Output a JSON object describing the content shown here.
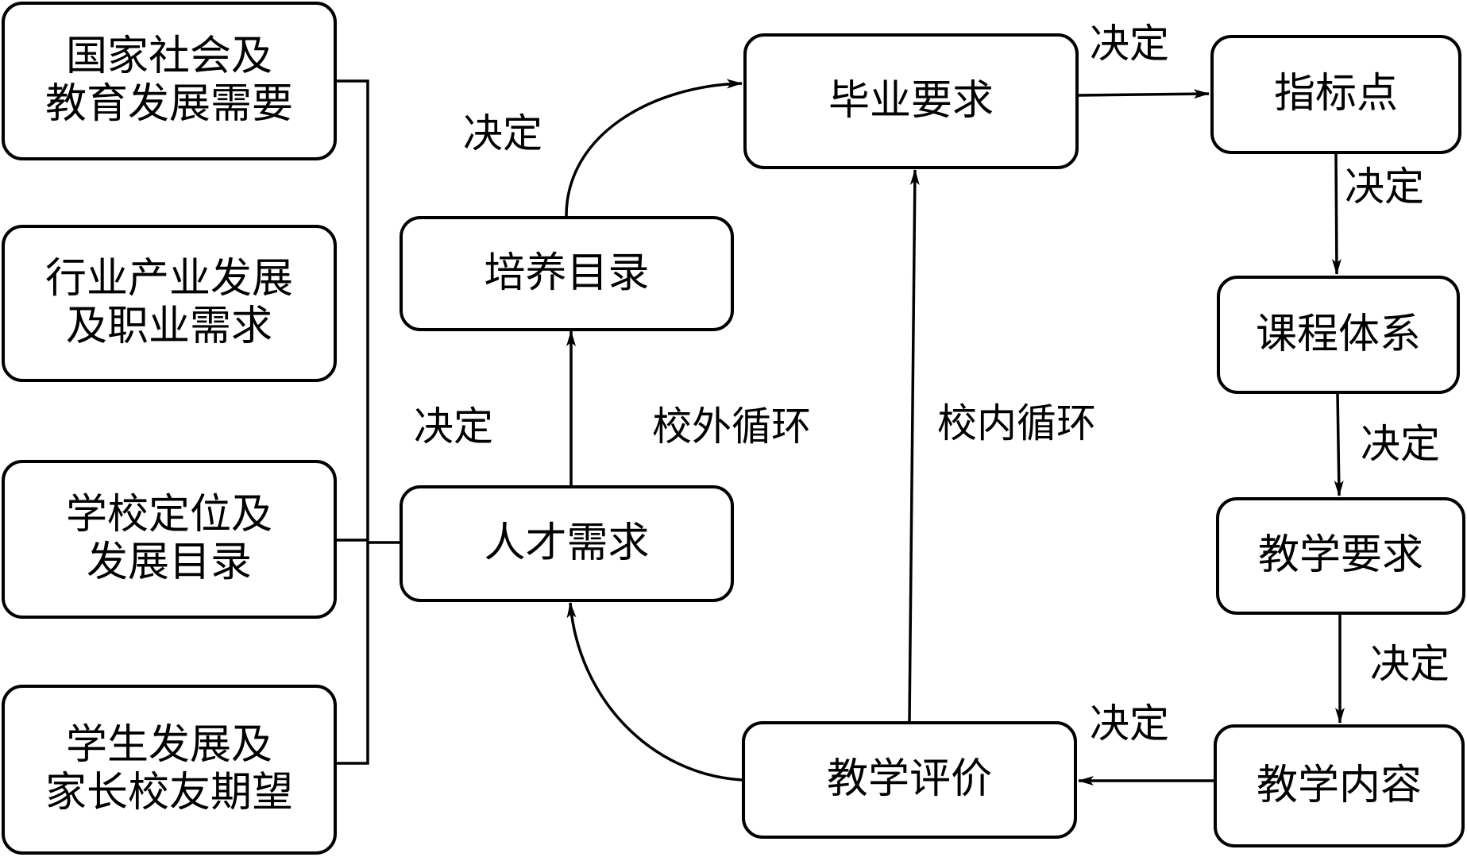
{
  "diagram": {
    "sources": [
      {
        "id": "src1",
        "lines": [
          "国家社会及",
          "教育发展需要"
        ]
      },
      {
        "id": "src2",
        "lines": [
          "行业产业发展",
          "及职业需求"
        ]
      },
      {
        "id": "src3",
        "lines": [
          "学校定位及",
          "发展目录"
        ]
      },
      {
        "id": "src4",
        "lines": [
          "学生发展及",
          "家长校友期望"
        ]
      }
    ],
    "nodes": {
      "talent_demand": "人才需求",
      "training_goals": "培养目录",
      "graduation_requirements": "毕业要求",
      "indicator_points": "指标点",
      "curriculum_system": "课程体系",
      "teaching_requirements": "教学要求",
      "teaching_content": "教学内容",
      "teaching_evaluation": "教学评价"
    },
    "edge_labels": {
      "decides": "决定",
      "external_loop": "校外循环",
      "internal_loop": "校内循环"
    },
    "edges": [
      {
        "from": "sources",
        "to": "talent_demand",
        "label": ""
      },
      {
        "from": "talent_demand",
        "to": "training_goals",
        "label": "决定"
      },
      {
        "from": "training_goals",
        "to": "graduation_requirements",
        "label": "决定"
      },
      {
        "from": "graduation_requirements",
        "to": "indicator_points",
        "label": "决定"
      },
      {
        "from": "indicator_points",
        "to": "curriculum_system",
        "label": "决定"
      },
      {
        "from": "curriculum_system",
        "to": "teaching_requirements",
        "label": "决定"
      },
      {
        "from": "teaching_requirements",
        "to": "teaching_content",
        "label": "决定"
      },
      {
        "from": "teaching_content",
        "to": "teaching_evaluation",
        "label": "决定"
      },
      {
        "from": "teaching_evaluation",
        "to": "graduation_requirements",
        "label": "校内循环"
      },
      {
        "from": "teaching_evaluation",
        "to": "talent_demand",
        "label": "校外循环"
      }
    ]
  }
}
